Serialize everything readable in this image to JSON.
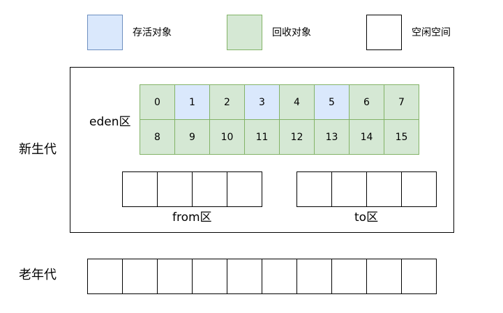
{
  "colors": {
    "live": "#dae8fc",
    "live_border": "#6c8ebf",
    "reclaim": "#d5e8d4",
    "reclaim_border": "#82b366",
    "free": "#ffffff",
    "free_border": "#000000"
  },
  "legend": [
    {
      "kind": "live",
      "label": "存活对象"
    },
    {
      "kind": "reclaim",
      "label": "回收对象"
    },
    {
      "kind": "free",
      "label": "空闲空间"
    }
  ],
  "young_gen": {
    "label": "新生代",
    "eden": {
      "label": "eden区",
      "cells": [
        {
          "text": "0",
          "kind": "reclaim"
        },
        {
          "text": "1",
          "kind": "live"
        },
        {
          "text": "2",
          "kind": "reclaim"
        },
        {
          "text": "3",
          "kind": "live"
        },
        {
          "text": "4",
          "kind": "reclaim"
        },
        {
          "text": "5",
          "kind": "live"
        },
        {
          "text": "6",
          "kind": "reclaim"
        },
        {
          "text": "7",
          "kind": "reclaim"
        },
        {
          "text": "8",
          "kind": "reclaim"
        },
        {
          "text": "9",
          "kind": "reclaim"
        },
        {
          "text": "10",
          "kind": "reclaim"
        },
        {
          "text": "11",
          "kind": "reclaim"
        },
        {
          "text": "12",
          "kind": "reclaim"
        },
        {
          "text": "13",
          "kind": "reclaim"
        },
        {
          "text": "14",
          "kind": "reclaim"
        },
        {
          "text": "15",
          "kind": "reclaim"
        }
      ]
    },
    "from": {
      "label": "from区",
      "slots": 4
    },
    "to": {
      "label": "to区",
      "slots": 4
    }
  },
  "old_gen": {
    "label": "老年代",
    "slots": 10
  }
}
